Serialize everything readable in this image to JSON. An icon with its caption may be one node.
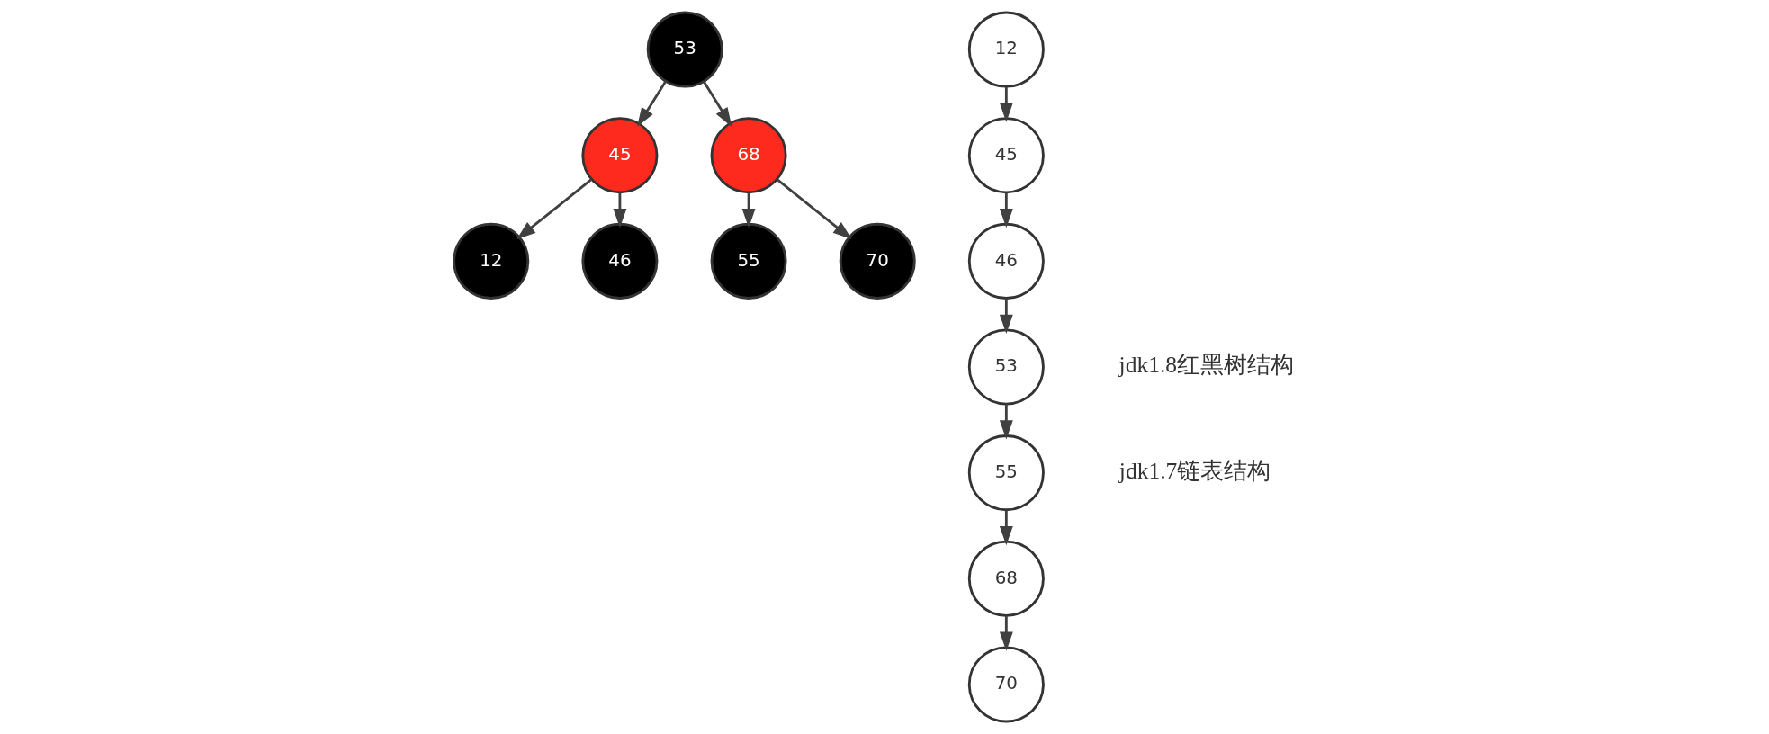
{
  "diagram": {
    "nodes": [
      {
        "text": [
          "53"
        ]
      },
      {
        "text": [
          "45"
        ]
      },
      {
        "text": [
          "68"
        ]
      },
      {
        "text": [
          "12"
        ]
      },
      {
        "text": [
          "46"
        ]
      },
      {
        "text": [
          "55"
        ]
      },
      {
        "text": [
          "70"
        ]
      },
      {
        "text": [
          "12"
        ]
      },
      {
        "text": [
          "45"
        ]
      },
      {
        "text": [
          "46"
        ]
      },
      {
        "text": [
          "53"
        ]
      },
      {
        "text": [
          "55"
        ]
      },
      {
        "text": [
          "68"
        ]
      },
      {
        "text": [
          "70"
        ]
      }
    ],
    "edges": [
      {
        "from": 0,
        "to": 1,
        "arrow": "to"
      },
      {
        "from": 0,
        "to": 2,
        "arrow": "to"
      },
      {
        "from": 1,
        "to": 3,
        "arrow": "to"
      },
      {
        "from": 1,
        "to": 4,
        "arrow": "to"
      },
      {
        "from": 2,
        "to": 5,
        "arrow": "to"
      },
      {
        "from": 2,
        "to": 6,
        "arrow": "to"
      },
      {
        "from": 7,
        "to": 8,
        "arrow": "to"
      },
      {
        "from": 8,
        "to": 9,
        "arrow": "to"
      },
      {
        "from": 9,
        "to": 10,
        "arrow": "to"
      },
      {
        "from": 10,
        "to": 11,
        "arrow": "to"
      },
      {
        "from": 11,
        "to": 12,
        "arrow": "to"
      },
      {
        "from": 12,
        "to": 13,
        "arrow": "to"
      }
    ],
    "labels": [
      "jdk1.8红黑树结构",
      "jdk1.7链表结构"
    ]
  }
}
